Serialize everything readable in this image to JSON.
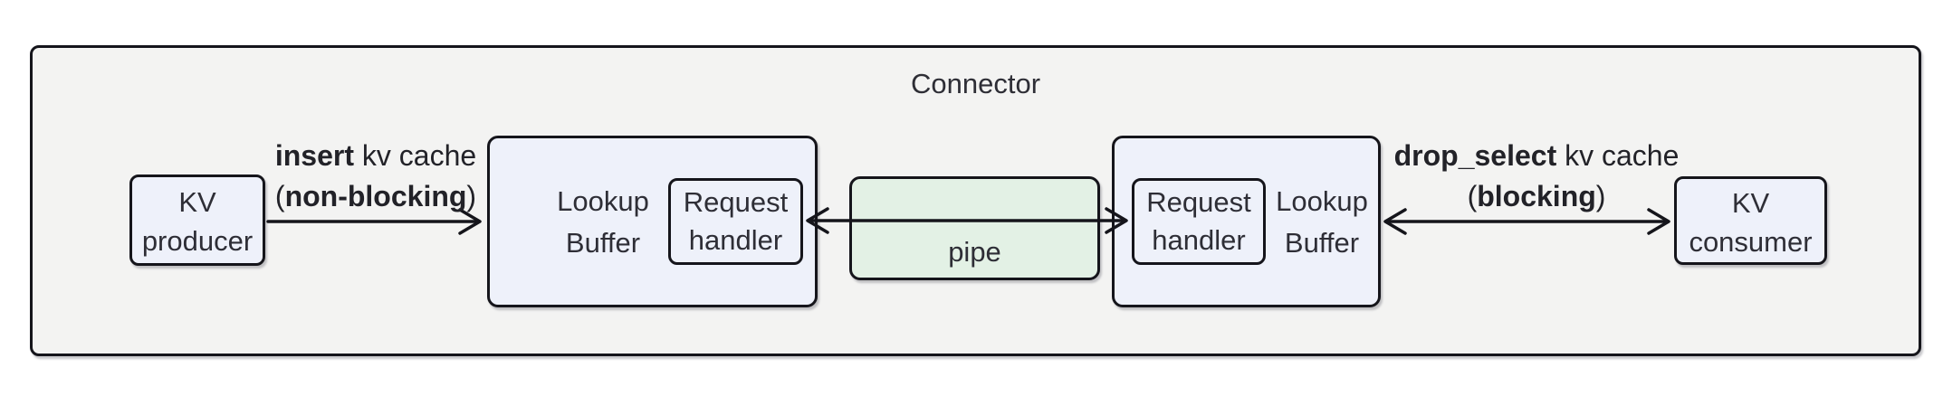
{
  "title": "Connector",
  "colors": {
    "page_bg": "#ffffff",
    "outer_fill": "#f3f3f2",
    "box_fill": "#eef1fa",
    "pipe_fill": "#e3f1e5",
    "border": "#15151b",
    "text": "#2e2e36",
    "label_text": "#222228",
    "arrow": "#15151b"
  },
  "nodes": {
    "kv_producer": {
      "line1": "KV",
      "line2": "producer"
    },
    "lookup_buffer_left": {
      "line1": "Lookup",
      "line2": "Buffer"
    },
    "request_handler_left": {
      "line1": "Request",
      "line2": "handler"
    },
    "pipe": {
      "label": "pipe"
    },
    "request_handler_right": {
      "line1": "Request",
      "line2": "handler"
    },
    "lookup_buffer_right": {
      "line1": "Lookup",
      "line2": "Buffer"
    },
    "kv_consumer": {
      "line1": "KV",
      "line2": "consumer"
    }
  },
  "edges": {
    "insert": {
      "action": "insert",
      "rest": " kv cache",
      "mode_open": "(",
      "mode": "non-blocking",
      "mode_close": ")"
    },
    "drop_select": {
      "action": "drop_select",
      "rest": " kv cache",
      "mode_open": "(",
      "mode": "blocking",
      "mode_close": ")"
    }
  }
}
